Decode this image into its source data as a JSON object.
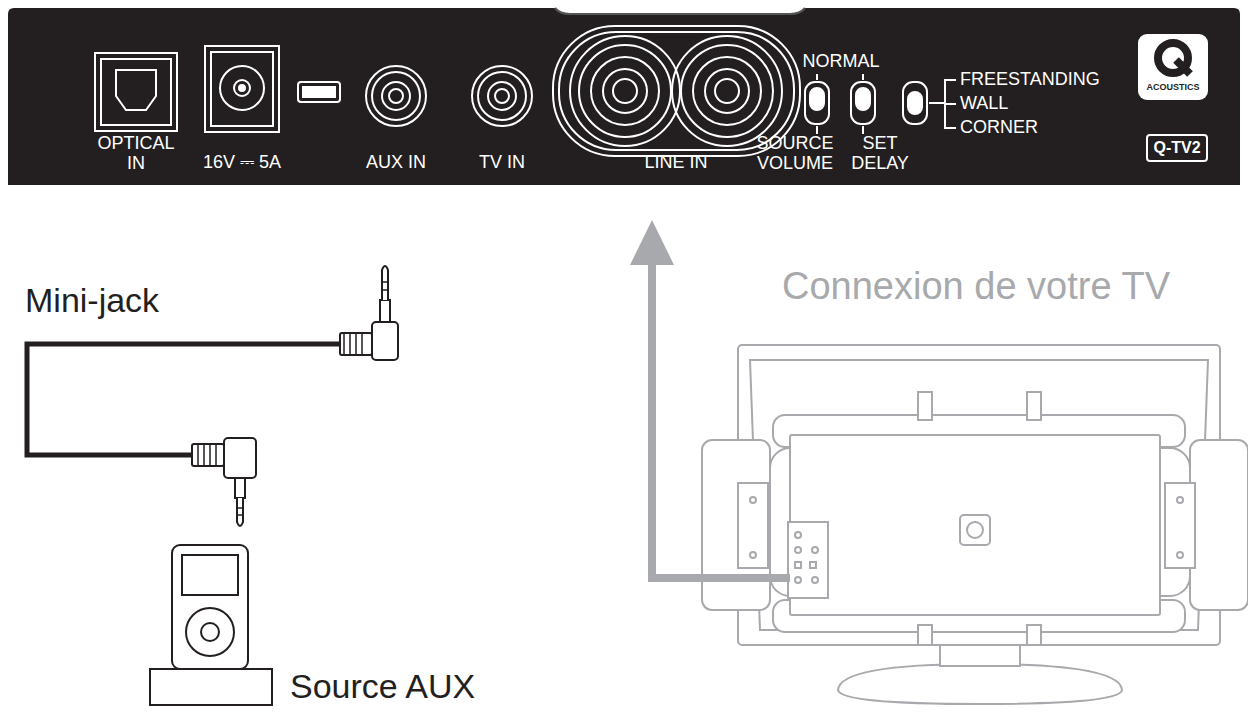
{
  "diagram": {
    "nodes": [
      {
        "text": [
          "ACOUSTICS"
        ]
      },
      {
        "text": [
          "Q-TV2"
        ]
      }
    ],
    "labels": [
      "OPTICAL IN",
      "16V ⎓ 5A",
      "AUX IN",
      "TV IN",
      "LINE IN",
      "NORMAL",
      "SOURCE VOLUME",
      "SET DELAY",
      "FREESTANDING",
      "WALL",
      "CORNER",
      "Mini-jack",
      "Connexion de votre TV",
      "Source AUX"
    ]
  }
}
